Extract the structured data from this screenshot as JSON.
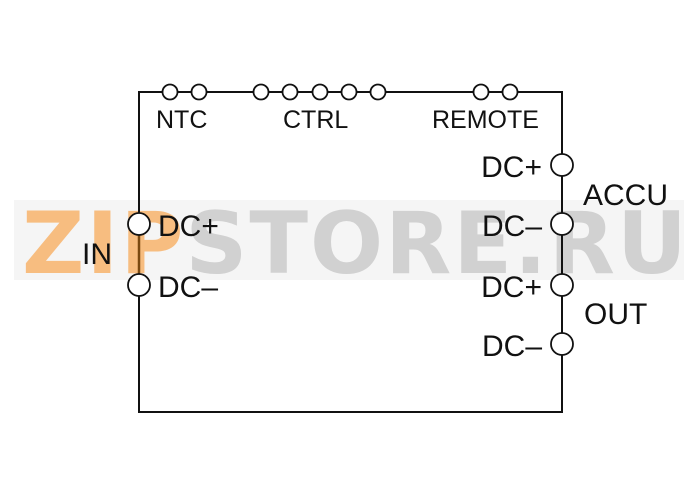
{
  "watermark": {
    "part1": "ZIP",
    "part2": "STORE.RU",
    "color1": "#f6b26b",
    "color2": "#c9c9c9"
  },
  "labels": {
    "ntc": "NTC",
    "ctrl": "CTRL",
    "remote": "REMOTE",
    "in": "IN",
    "in_dc_plus": "DC+",
    "in_dc_minus": "DC–",
    "accu": "ACCU",
    "accu_dc_plus": "DC+",
    "accu_dc_minus": "DC–",
    "out": "OUT",
    "out_dc_plus": "DC+",
    "out_dc_minus": "DC–"
  },
  "colors": {
    "line": "#111111",
    "input_wire": "#7a4a12"
  }
}
